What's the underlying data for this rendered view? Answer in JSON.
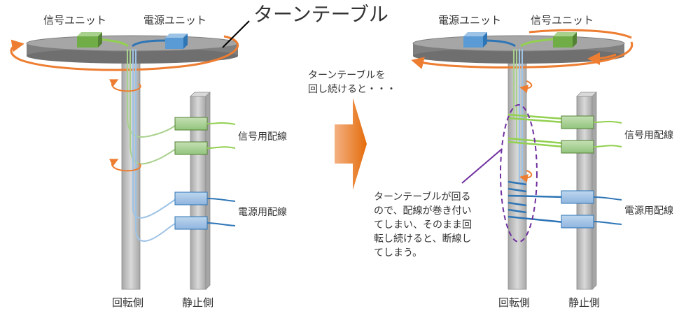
{
  "title": "ターンテーブル",
  "left": {
    "signal_unit": "信号ユニット",
    "power_unit": "電源ユニット",
    "signal_wiring": "信号用配線",
    "power_wiring": "電源用配線",
    "rotating_side": "回転側",
    "static_side": "静止側"
  },
  "arrow_caption": [
    "ターンテーブルを",
    "回し続けると・・・"
  ],
  "right": {
    "power_unit": "電源ユニット",
    "signal_unit": "信号ユニット",
    "signal_wiring": "信号用配線",
    "power_wiring": "電源用配線",
    "rotating_side": "回転側",
    "static_side": "静止側",
    "note": [
      "ターンテーブルが回る",
      "ので、配線が巻き付い",
      "てしまい、そのまま回",
      "転し続けると、断線し",
      "てしまう。"
    ]
  },
  "colors": {
    "signal": "#92d050",
    "signal_block": "#70ad47",
    "power": "#2e75b6",
    "power_block": "#5b9bd5",
    "rotation_arrow": "#ed7d31",
    "wind_ellipse": "#7030a0",
    "turntable": "#7f7f7f",
    "pillar": "#bfbfbf"
  }
}
